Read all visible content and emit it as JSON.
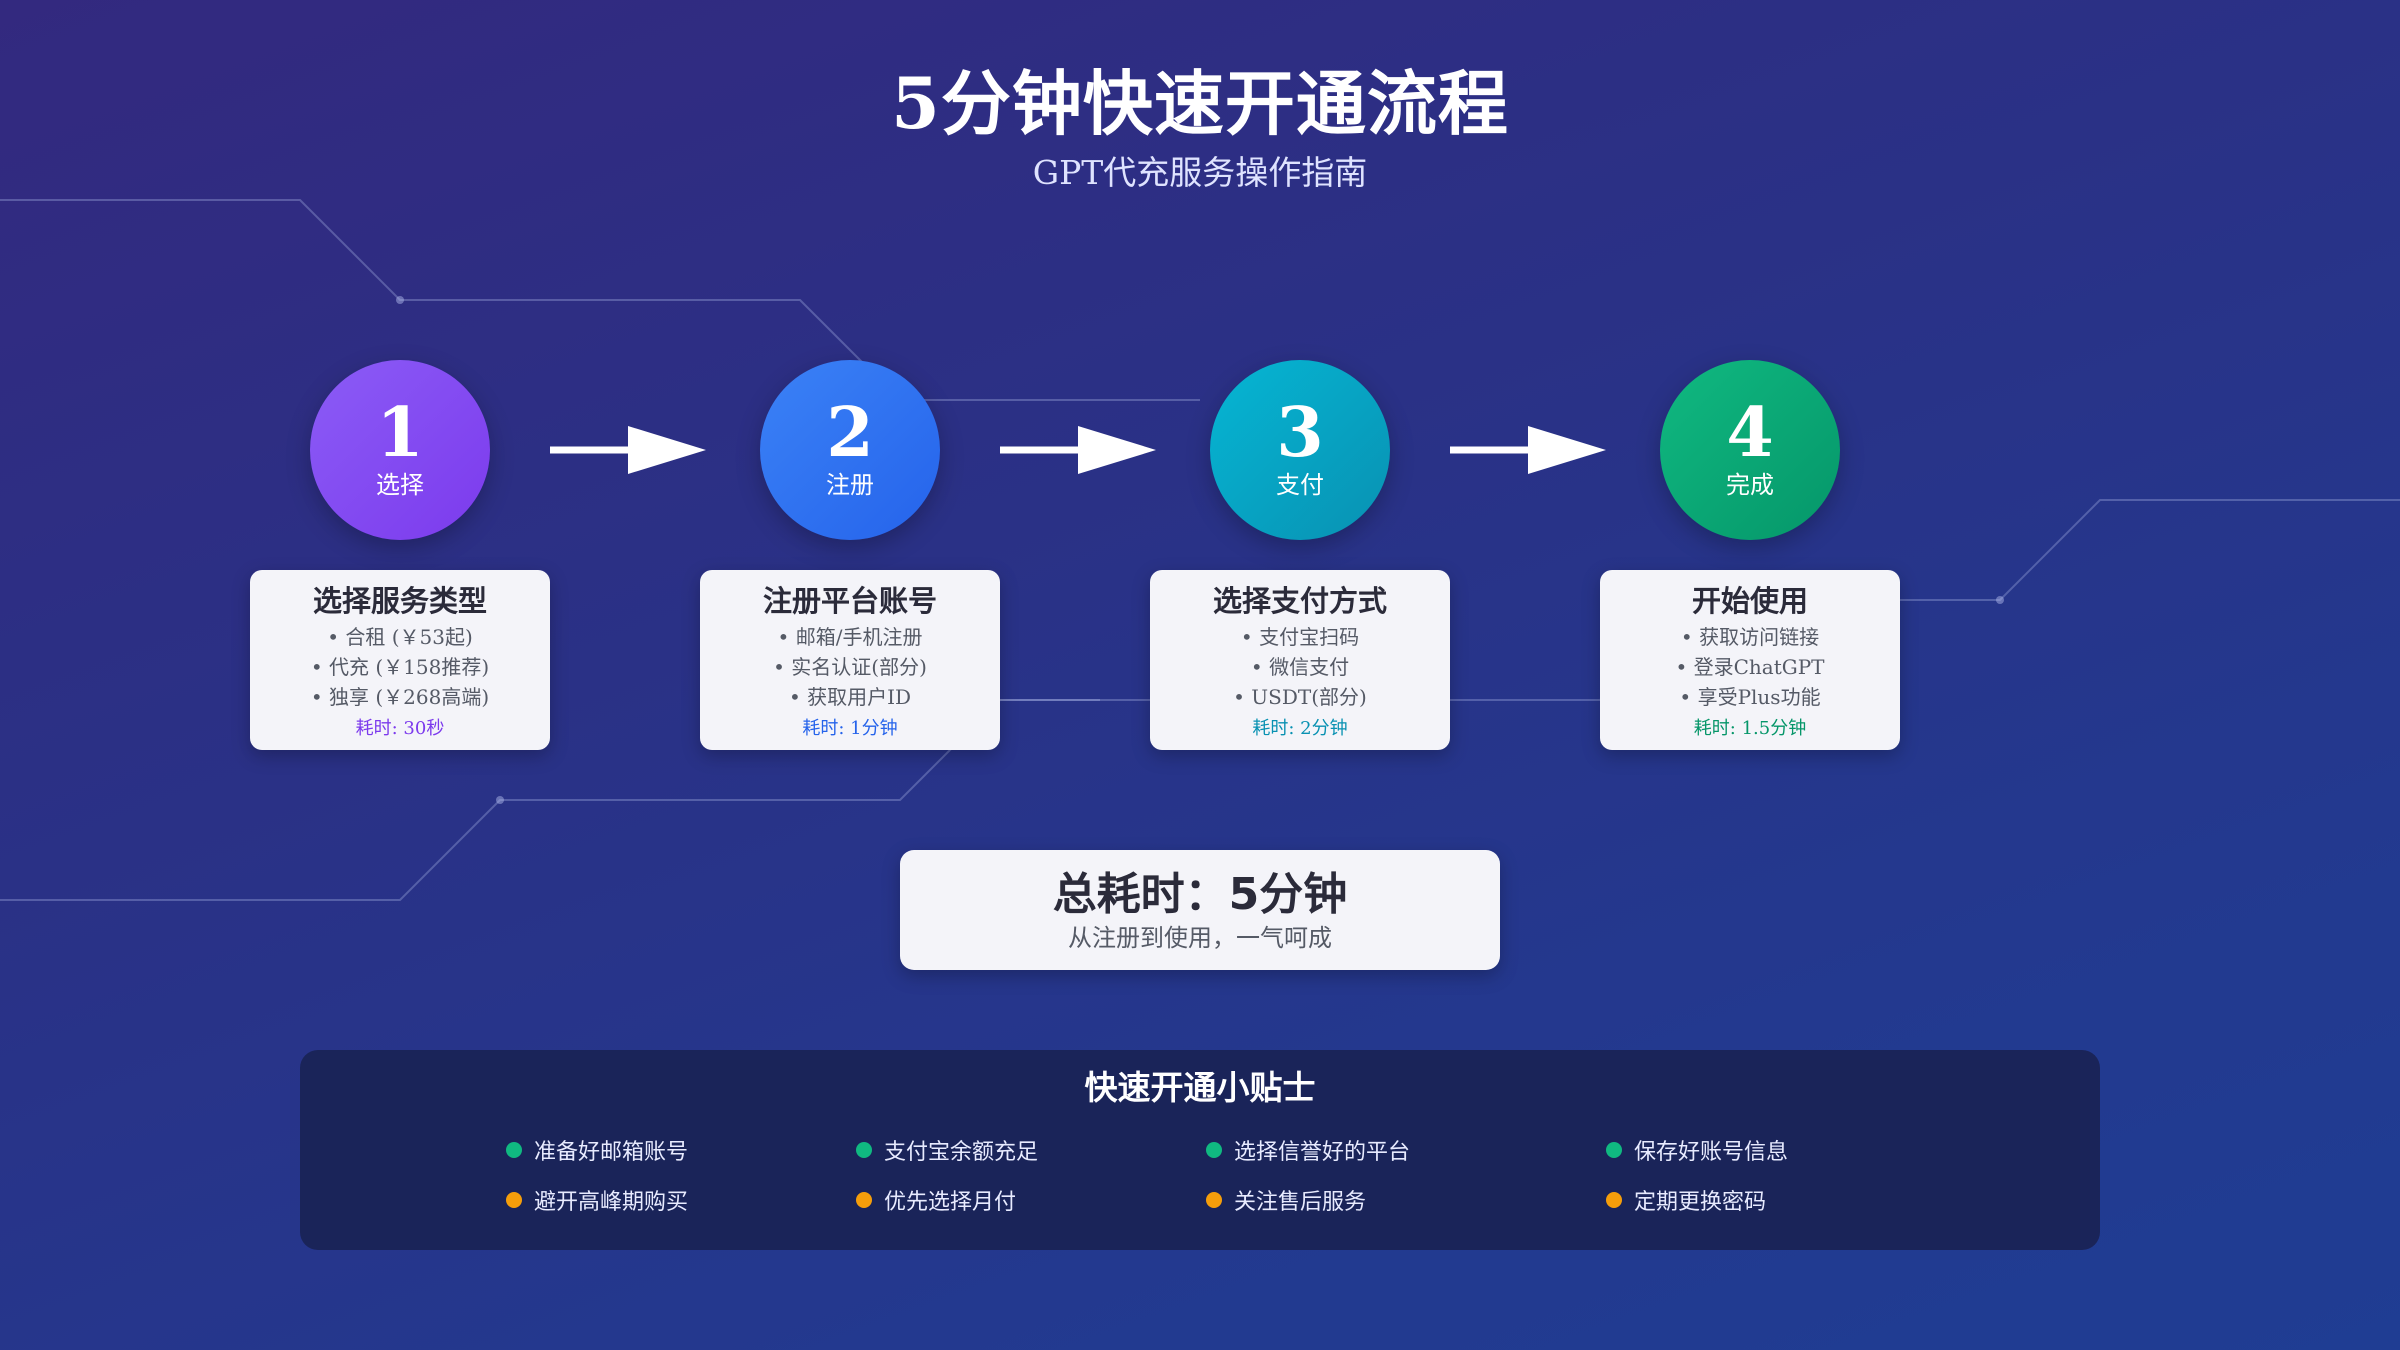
{
  "header": {
    "title": "5分钟快速开通流程",
    "subtitle": "GPT代充服务操作指南"
  },
  "steps": [
    {
      "number": "1",
      "label": "选择",
      "card_title": "选择服务类型",
      "items": [
        "• 合租 (￥53起)",
        "• 代充 (￥158推荐)",
        "• 独享 (￥268高端)"
      ],
      "time": "耗时: 30秒",
      "gradient_from": "#8b5cf6",
      "gradient_to": "#7c3aed",
      "accent": "#7c3aed"
    },
    {
      "number": "2",
      "label": "注册",
      "card_title": "注册平台账号",
      "items": [
        "• 邮箱/手机注册",
        "• 实名认证(部分)",
        "• 获取用户ID"
      ],
      "time": "耗时: 1分钟",
      "gradient_from": "#3b82f6",
      "gradient_to": "#2563eb",
      "accent": "#2563eb"
    },
    {
      "number": "3",
      "label": "支付",
      "card_title": "选择支付方式",
      "items": [
        "• 支付宝扫码",
        "• 微信支付",
        "• USDT(部分)"
      ],
      "time": "耗时: 2分钟",
      "gradient_from": "#06b6d4",
      "gradient_to": "#0891b2",
      "accent": "#0891b2"
    },
    {
      "number": "4",
      "label": "完成",
      "card_title": "开始使用",
      "items": [
        "• 获取访问链接",
        "• 登录ChatGPT",
        "• 享受Plus功能"
      ],
      "time": "耗时: 1.5分钟",
      "gradient_from": "#10b981",
      "gradient_to": "#059669",
      "accent": "#059669"
    }
  ],
  "total": {
    "title": "总耗时：5分钟",
    "subtitle": "从注册到使用，一气呵成"
  },
  "tips": {
    "title": "快速开通小贴士",
    "row1": [
      "准备好邮箱账号",
      "支付宝余额充足",
      "选择信誉好的平台",
      "保存好账号信息"
    ],
    "row2": [
      "避开高峰期购买",
      "优先选择月付",
      "关注售后服务",
      "定期更换密码"
    ],
    "row1_color": "#10b981",
    "row2_color": "#f59e0b"
  },
  "colors": {
    "background_from": "#33297f",
    "background_to": "#1f3d93",
    "card_bg": "#f4f4f9",
    "tips_panel_bg": "#1a2459"
  }
}
